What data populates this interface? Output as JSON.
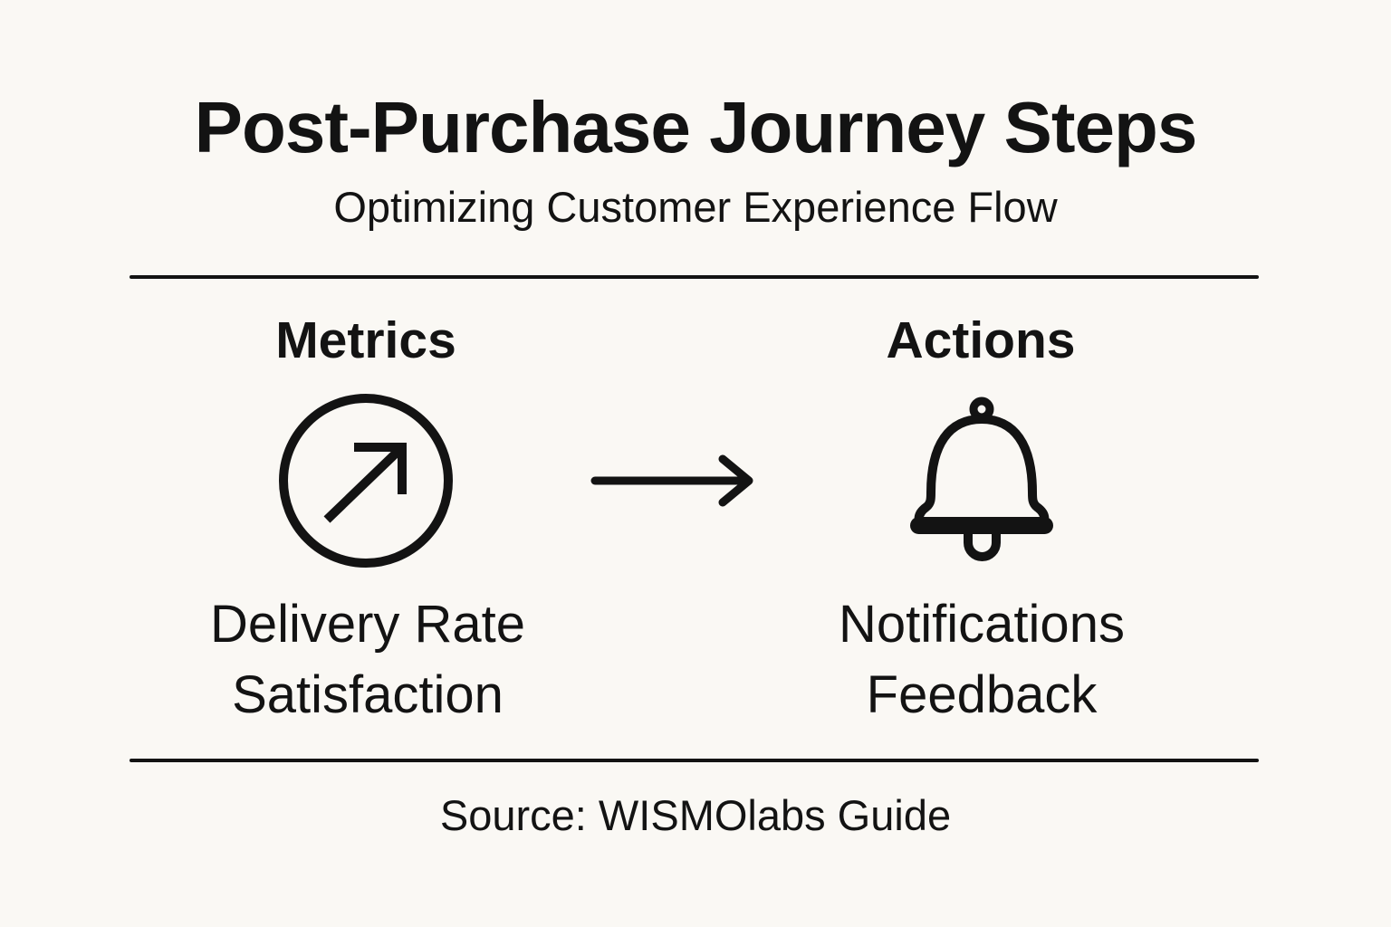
{
  "title": "Post-Purchase Journey Steps",
  "subtitle": "Optimizing Customer Experience Flow",
  "columns": [
    {
      "heading": "Metrics",
      "icon": "trending-up-circle-icon",
      "items": [
        "Delivery Rate",
        "Satisfaction"
      ]
    },
    {
      "heading": "Actions",
      "icon": "bell-icon",
      "items": [
        "Notifications",
        "Feedback"
      ]
    }
  ],
  "connector": "right-arrow",
  "source": "Source: WISMOlabs Guide",
  "colors": {
    "background": "#faf8f4",
    "ink": "#131313"
  }
}
